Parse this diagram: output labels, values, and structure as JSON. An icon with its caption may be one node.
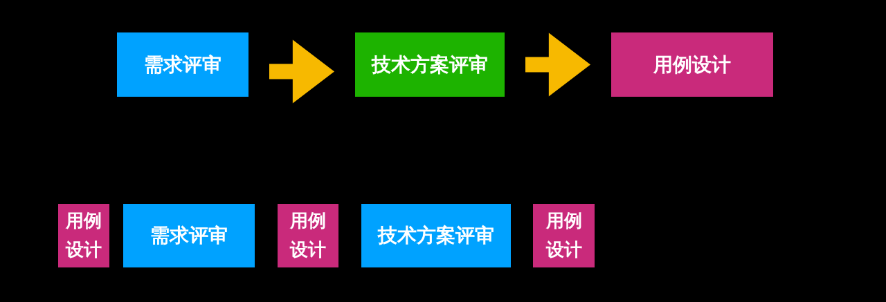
{
  "diagram": {
    "nodes": [
      {
        "text": [
          "需求评审"
        ]
      },
      {
        "text": [
          "技术方案评审"
        ]
      },
      {
        "text": [
          "用例设计"
        ]
      },
      {
        "text": [
          "用例设计"
        ]
      },
      {
        "text": [
          "需求评审"
        ]
      },
      {
        "text": [
          "用例设计"
        ]
      },
      {
        "text": [
          "技术方案评审"
        ]
      },
      {
        "text": [
          "用例设计"
        ]
      }
    ],
    "edges": [
      {
        "from": 0,
        "to": 1,
        "arrow": "to"
      },
      {
        "from": 1,
        "to": 2,
        "arrow": "to"
      }
    ]
  }
}
